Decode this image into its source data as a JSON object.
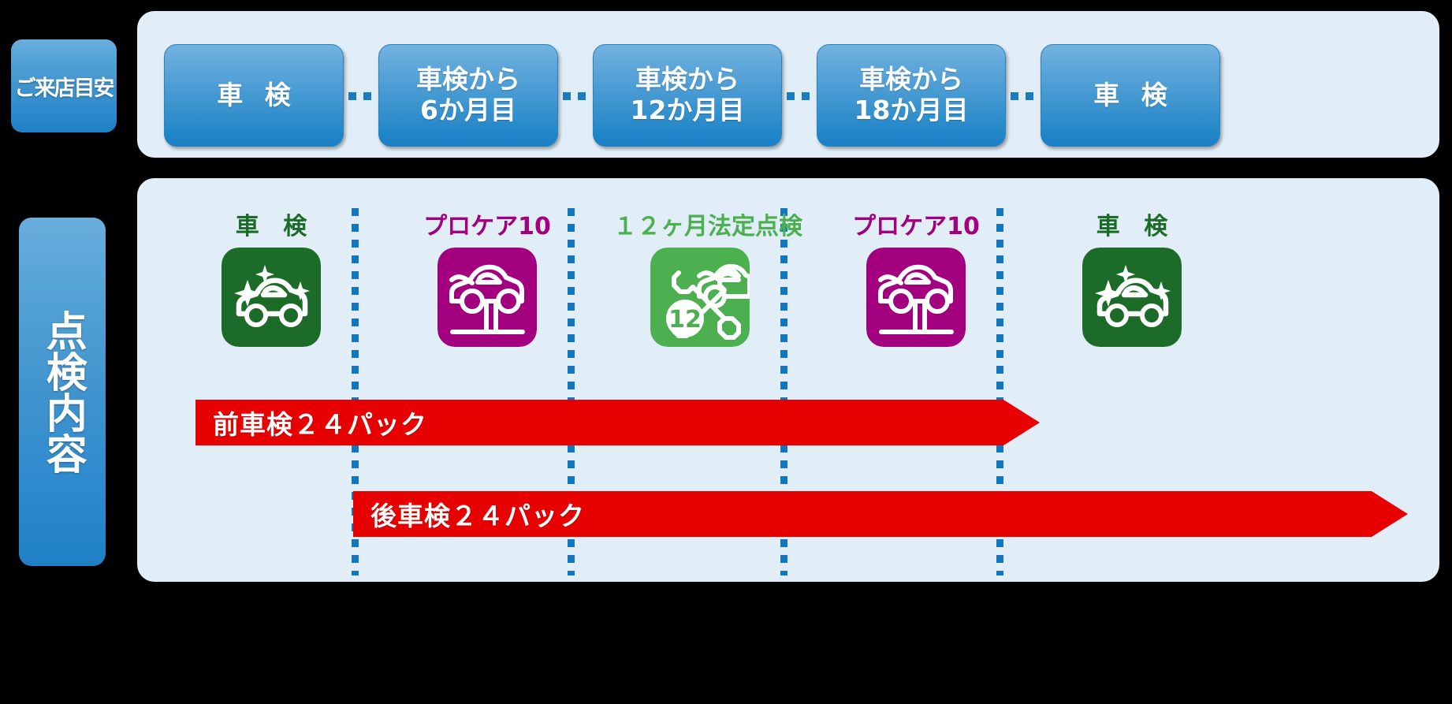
{
  "colors": {
    "background": "#000000",
    "panel_bg": "#e1edf7",
    "blue_box": "#3a93ce",
    "divider_blue": "#1277bd",
    "red_arrow": "#e60000",
    "green_dark": "#1c6b28",
    "magenta": "#a2007f",
    "green_light": "#4caf50"
  },
  "row_labels": {
    "visit_guide": "ご来店目安",
    "inspection_content": "点検内容"
  },
  "timeline": {
    "steps": [
      {
        "label": "車 検",
        "lines": [
          "車 検"
        ],
        "spaced": true
      },
      {
        "label": "車検から6か月目",
        "lines": [
          "車検から",
          "6か月目"
        ],
        "spaced": false
      },
      {
        "label": "車検から12か月目",
        "lines": [
          "車検から",
          "12か月目"
        ],
        "spaced": false
      },
      {
        "label": "車検から18か月目",
        "lines": [
          "車検から",
          "18か月目"
        ],
        "spaced": false
      },
      {
        "label": "車 検",
        "lines": [
          "車 検"
        ],
        "spaced": true
      }
    ],
    "connector_icon": "dotted-arrow-right-icon"
  },
  "services": [
    {
      "label": "車 検",
      "icon": "car-sparkle-icon",
      "icon_color": "#1c6b28",
      "label_color": "#1c6b28",
      "spaced": true
    },
    {
      "label": "プロケア10",
      "icon": "car-on-lift-icon",
      "icon_color": "#a2007f",
      "label_color": "#a2007f",
      "spaced": false
    },
    {
      "label": "１２ヶ月法定点検",
      "icon": "wrench-car-12-icon",
      "icon_color": "#4caf50",
      "label_color": "#4caf50",
      "spaced": false
    },
    {
      "label": "プロケア10",
      "icon": "car-on-lift-icon",
      "icon_color": "#a2007f",
      "label_color": "#a2007f",
      "spaced": false
    },
    {
      "label": "車 検",
      "icon": "car-sparkle-icon",
      "icon_color": "#1c6b28",
      "label_color": "#1c6b28",
      "spaced": true
    }
  ],
  "packages": [
    {
      "label": "前車検２４パック",
      "color": "#e60000"
    },
    {
      "label": "後車検２４パック",
      "color": "#e60000"
    }
  ]
}
